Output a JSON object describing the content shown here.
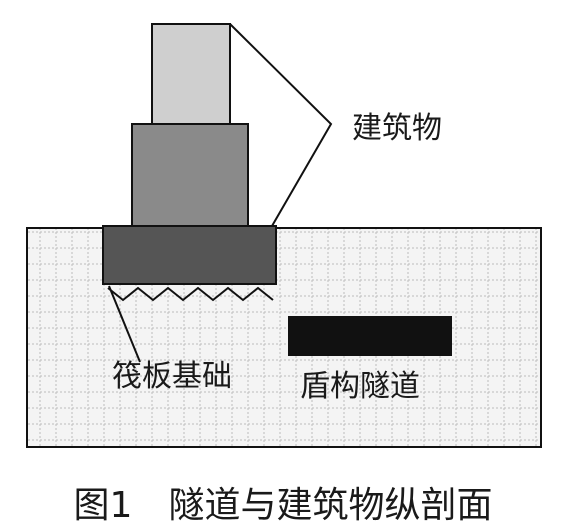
{
  "labels": {
    "building": "建筑物",
    "raft_foundation": "筏板基础",
    "shield_tunnel": "盾构隧道"
  },
  "caption": "图1　隧道与建筑物纵剖面",
  "colors": {
    "soil_fill": "#f3f3f3",
    "grid": "#bdbdbd",
    "building_top": "#cfcfcf",
    "building_bottom": "#8a8a8a",
    "raft": "#555555",
    "tunnel": "#111111",
    "outline": "#111111"
  }
}
